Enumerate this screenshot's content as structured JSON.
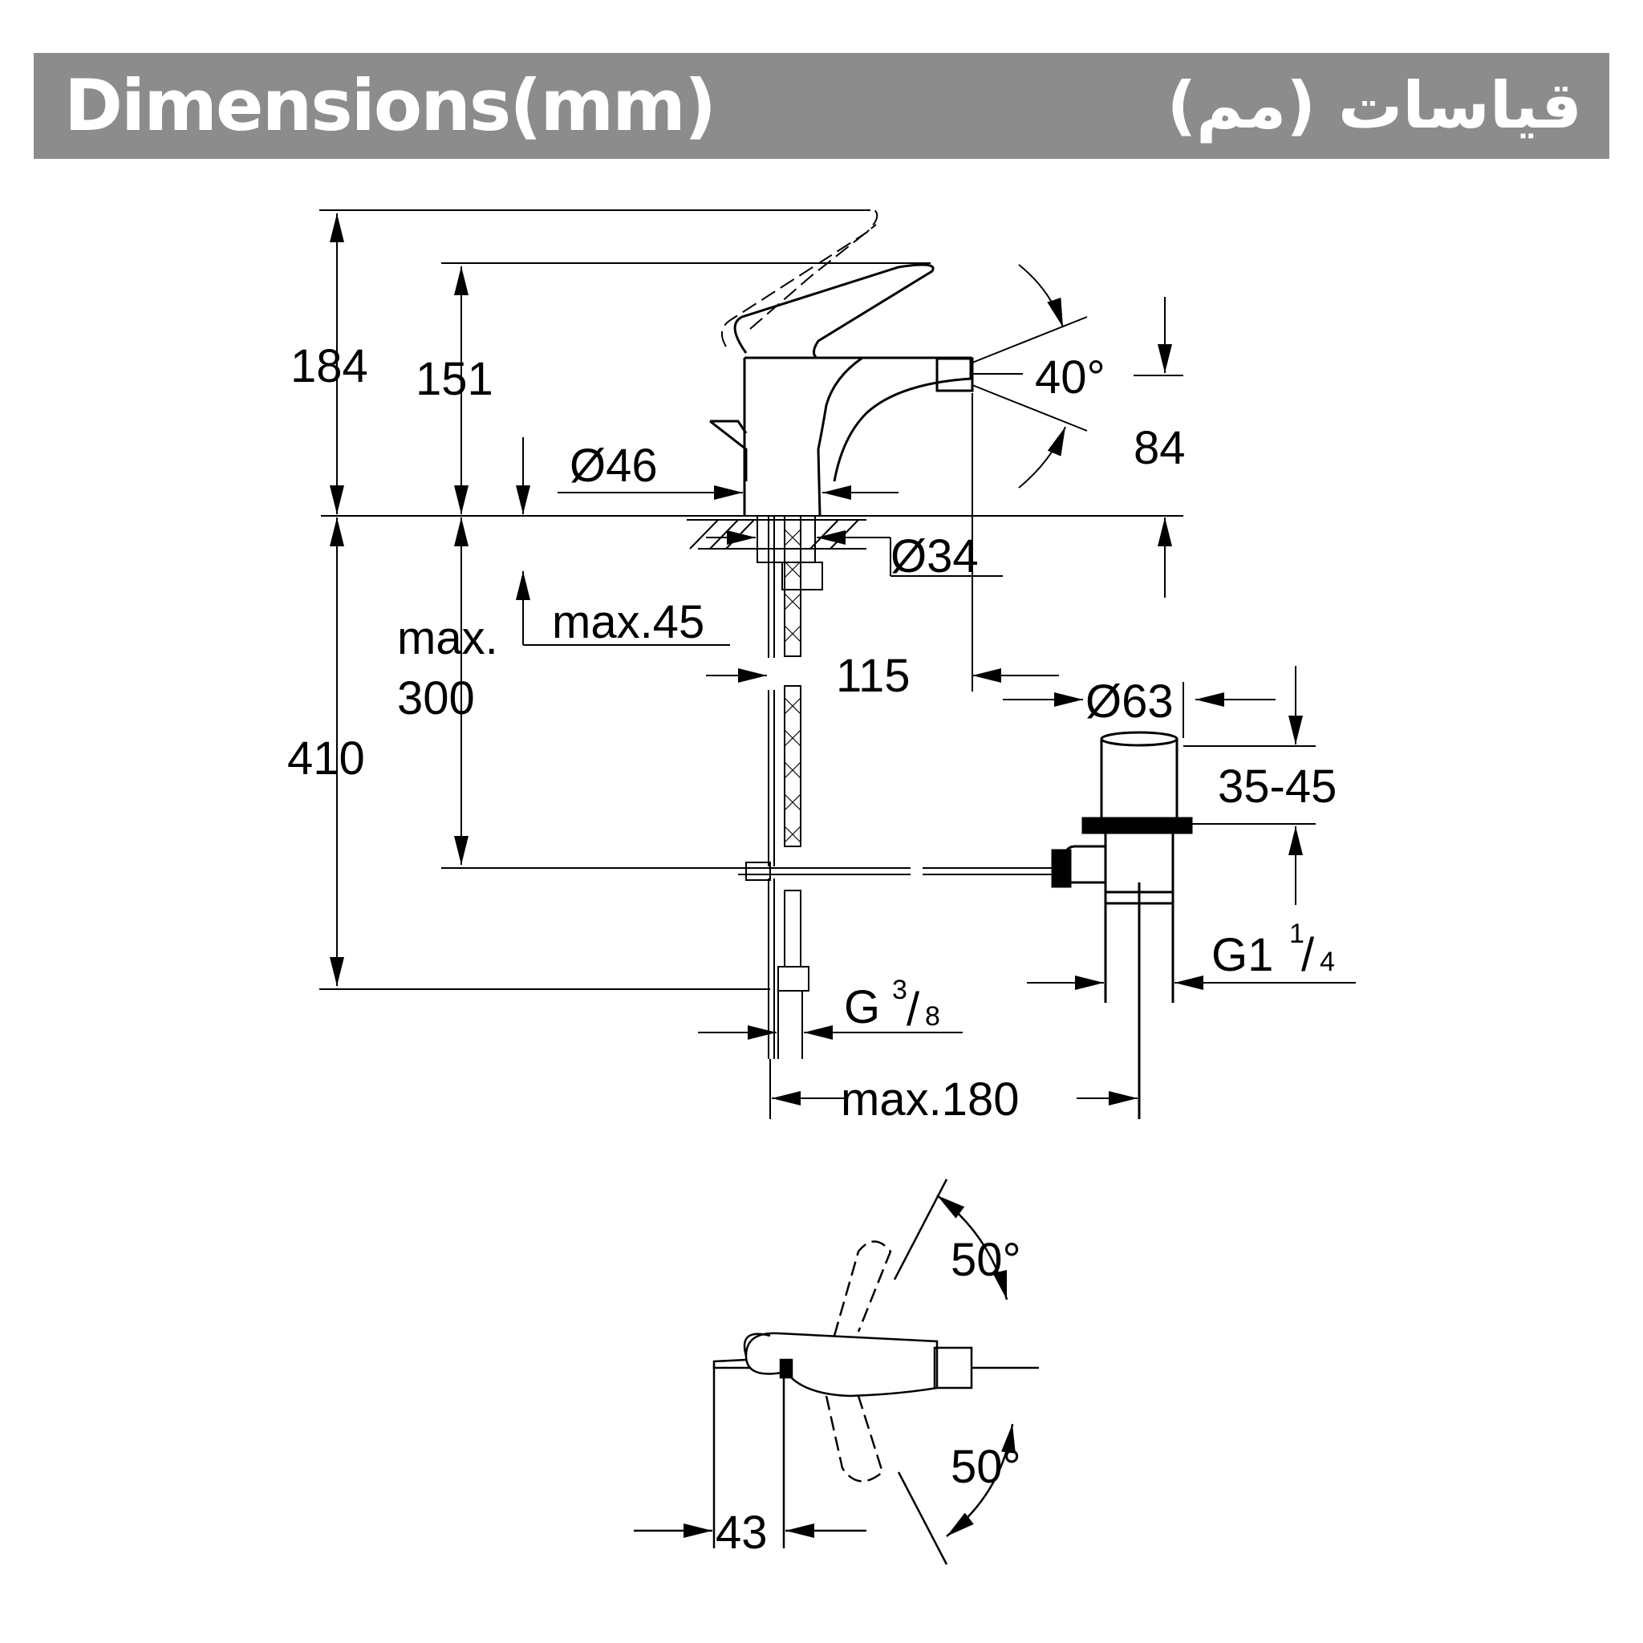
{
  "header": {
    "title_en": "Dimensions(mm)",
    "title_ar": "قياسات (مم)",
    "background_color": "#8c8c8c"
  },
  "dimensions": {
    "h_total": "184",
    "h_spout": "151",
    "angle_spout": "40°",
    "spout_height": "84",
    "body_diameter": "Ø46",
    "hole_diameter": "Ø34",
    "max_deck": "max.45",
    "max_drain_a": "max.",
    "max_drain_b": "300",
    "spout_reach": "115",
    "drain_diameter": "Ø63",
    "below_deck": "410",
    "drain_range": "35-45",
    "drain_thread_main": "G1",
    "drain_thread_num": "1",
    "drain_thread_slash": "/",
    "drain_thread_den": "4",
    "supply_thread_main": "G",
    "supply_thread_num": "3",
    "supply_thread_slash": "/",
    "supply_thread_den": "8",
    "max_spread": "max.180",
    "angle_left": "50°",
    "angle_right": "50°",
    "lever_offset": "43"
  }
}
